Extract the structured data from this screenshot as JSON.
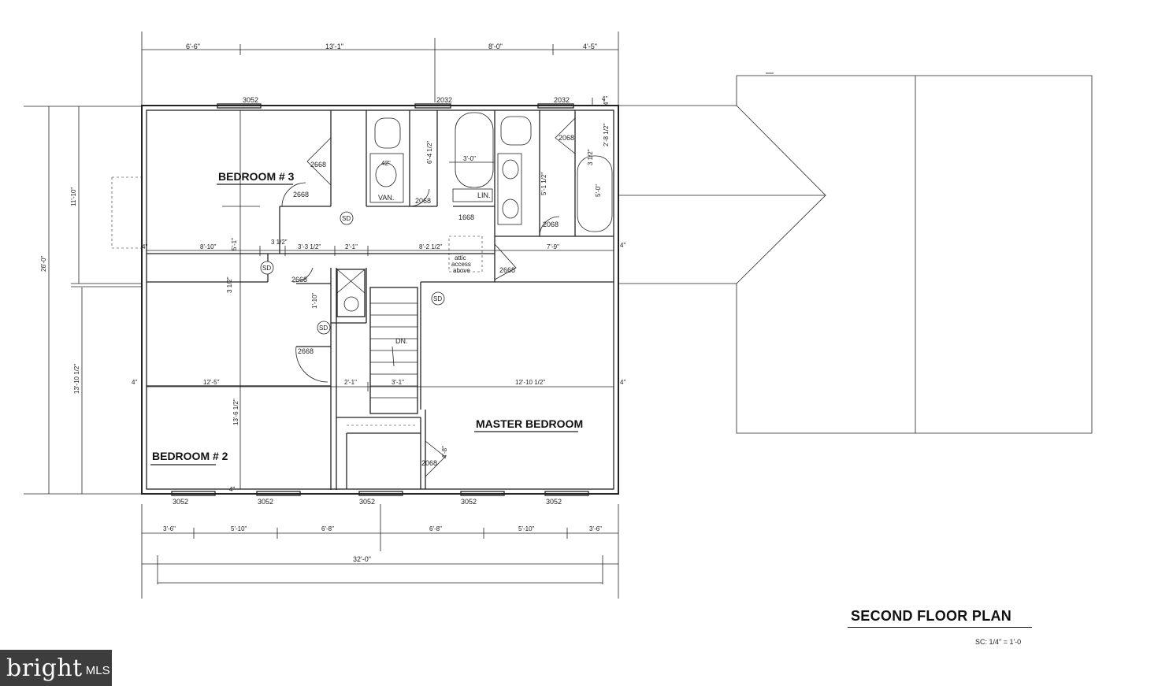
{
  "title": "SECOND FLOOR PLAN",
  "scale": "SC: 1/4\" = 1'-0",
  "watermark": {
    "brand": "bright",
    "suffix": "MLS"
  },
  "rooms": {
    "bedroom3": "BEDROOM # 3",
    "bedroom2": "BEDROOM # 2",
    "master": "MASTER BEDROOM"
  },
  "dims_top": [
    "6'-6\"",
    "13'-1\"",
    "8'-0\"",
    "4'-5\""
  ],
  "dims_bottom": [
    "3'-6\"",
    "5'-10\"",
    "6'-8\"",
    "6'-8\"",
    "5'-10\"",
    "3'-6\""
  ],
  "overall_width": "32'-0\"",
  "overall_depth": "26'-0\"",
  "dims_left": [
    "11'-10\"",
    "13'-10 1/2\""
  ],
  "windows_top": [
    "3052",
    "2032",
    "2032"
  ],
  "windows_bottom": [
    "3052",
    "3052",
    "3052",
    "3052",
    "3052"
  ],
  "doors": [
    "2668",
    "2668",
    "2068",
    "2068",
    "1668",
    "2068",
    "2668",
    "2668",
    "2668",
    "2068"
  ],
  "interior_dims": {
    "mid_row": [
      "8'-10\"",
      "3 1/2\"",
      "3'-3 1/2\"",
      "2'-1\"",
      "8'-2 1/2\"",
      "7'-9\""
    ],
    "lower_row": [
      "12'-5\"",
      "2'-1\"",
      "3'-1\"",
      "12'-10 1/2\""
    ],
    "edge": [
      "4\"",
      "4\"",
      "4\"",
      "4\"",
      "4\"",
      "4\""
    ],
    "vertical": [
      "5'-1\"",
      "3 1/2\"",
      "1'-10\"",
      "13'-6 1/2\"",
      "4'-8\"",
      "6'-4 1/2\"",
      "5'-1 1/2\"",
      "2'-8 1/2\"",
      "3 1/2\"",
      "5'-0\"",
      "4\""
    ],
    "fixtures": [
      "42\"",
      "3'-0\""
    ]
  },
  "labels": {
    "van": "VAN.",
    "lin": "LIN.",
    "attic": [
      "attic",
      "access",
      "above"
    ],
    "down": "DN.",
    "sd": "SD"
  }
}
